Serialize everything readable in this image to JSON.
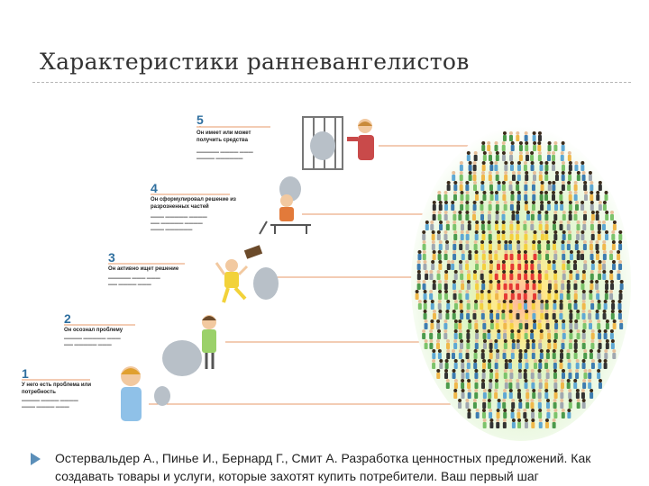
{
  "slide": {
    "title": "Характеристики ранневангелистов",
    "source": "Остервальдер А., Пинье И., Бернард Г., Смит А. Разработка ценностных предложений. Как создавать товары и услуги, которые захотят купить потребители. Ваш первый шаг"
  },
  "colors": {
    "accent": "#5b8fb9",
    "step_number": "#2f6f9f",
    "connector": "#e79a6a",
    "crowd_red": "#e53935",
    "crowd_yellow": "#f4d03f",
    "crowd_green": "#9bd16a"
  },
  "steps": [
    {
      "number": "5",
      "heading": "Он имеет или может получить средства"
    },
    {
      "number": "4",
      "heading": "Он сформулировал решение из разрозненных частей"
    },
    {
      "number": "3",
      "heading": "Он активно ищет решение"
    },
    {
      "number": "2",
      "heading": "Он осознал проблему"
    },
    {
      "number": "1",
      "heading": "У него есть проблема или потребность"
    }
  ]
}
